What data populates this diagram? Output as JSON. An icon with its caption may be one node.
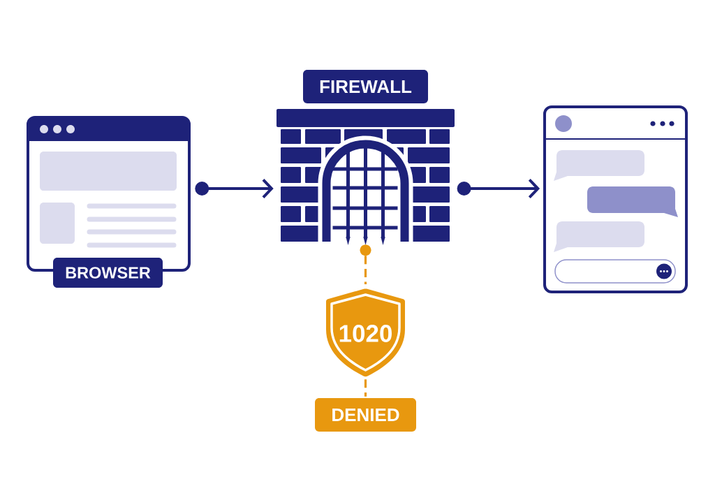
{
  "diagram": {
    "nodes": [
      {
        "text": [
          "BROWSER"
        ]
      },
      {
        "text": [
          "FIREWALL"
        ]
      },
      {
        "text": [],
        "shape": "picture"
      },
      {
        "text": [
          "1020"
        ]
      },
      {
        "text": [
          "DENIED"
        ]
      }
    ],
    "edges": [
      {
        "from": 0,
        "to": 1,
        "arrow": "to"
      },
      {
        "from": 1,
        "to": 2,
        "arrow": "to"
      },
      {
        "from": 1,
        "to": 3,
        "arrow": "other",
        "style": "dashed",
        "color": "#e8980f"
      },
      {
        "from": 3,
        "to": 4,
        "arrow": "none",
        "style": "dashed",
        "color": "#e8980f"
      }
    ]
  }
}
